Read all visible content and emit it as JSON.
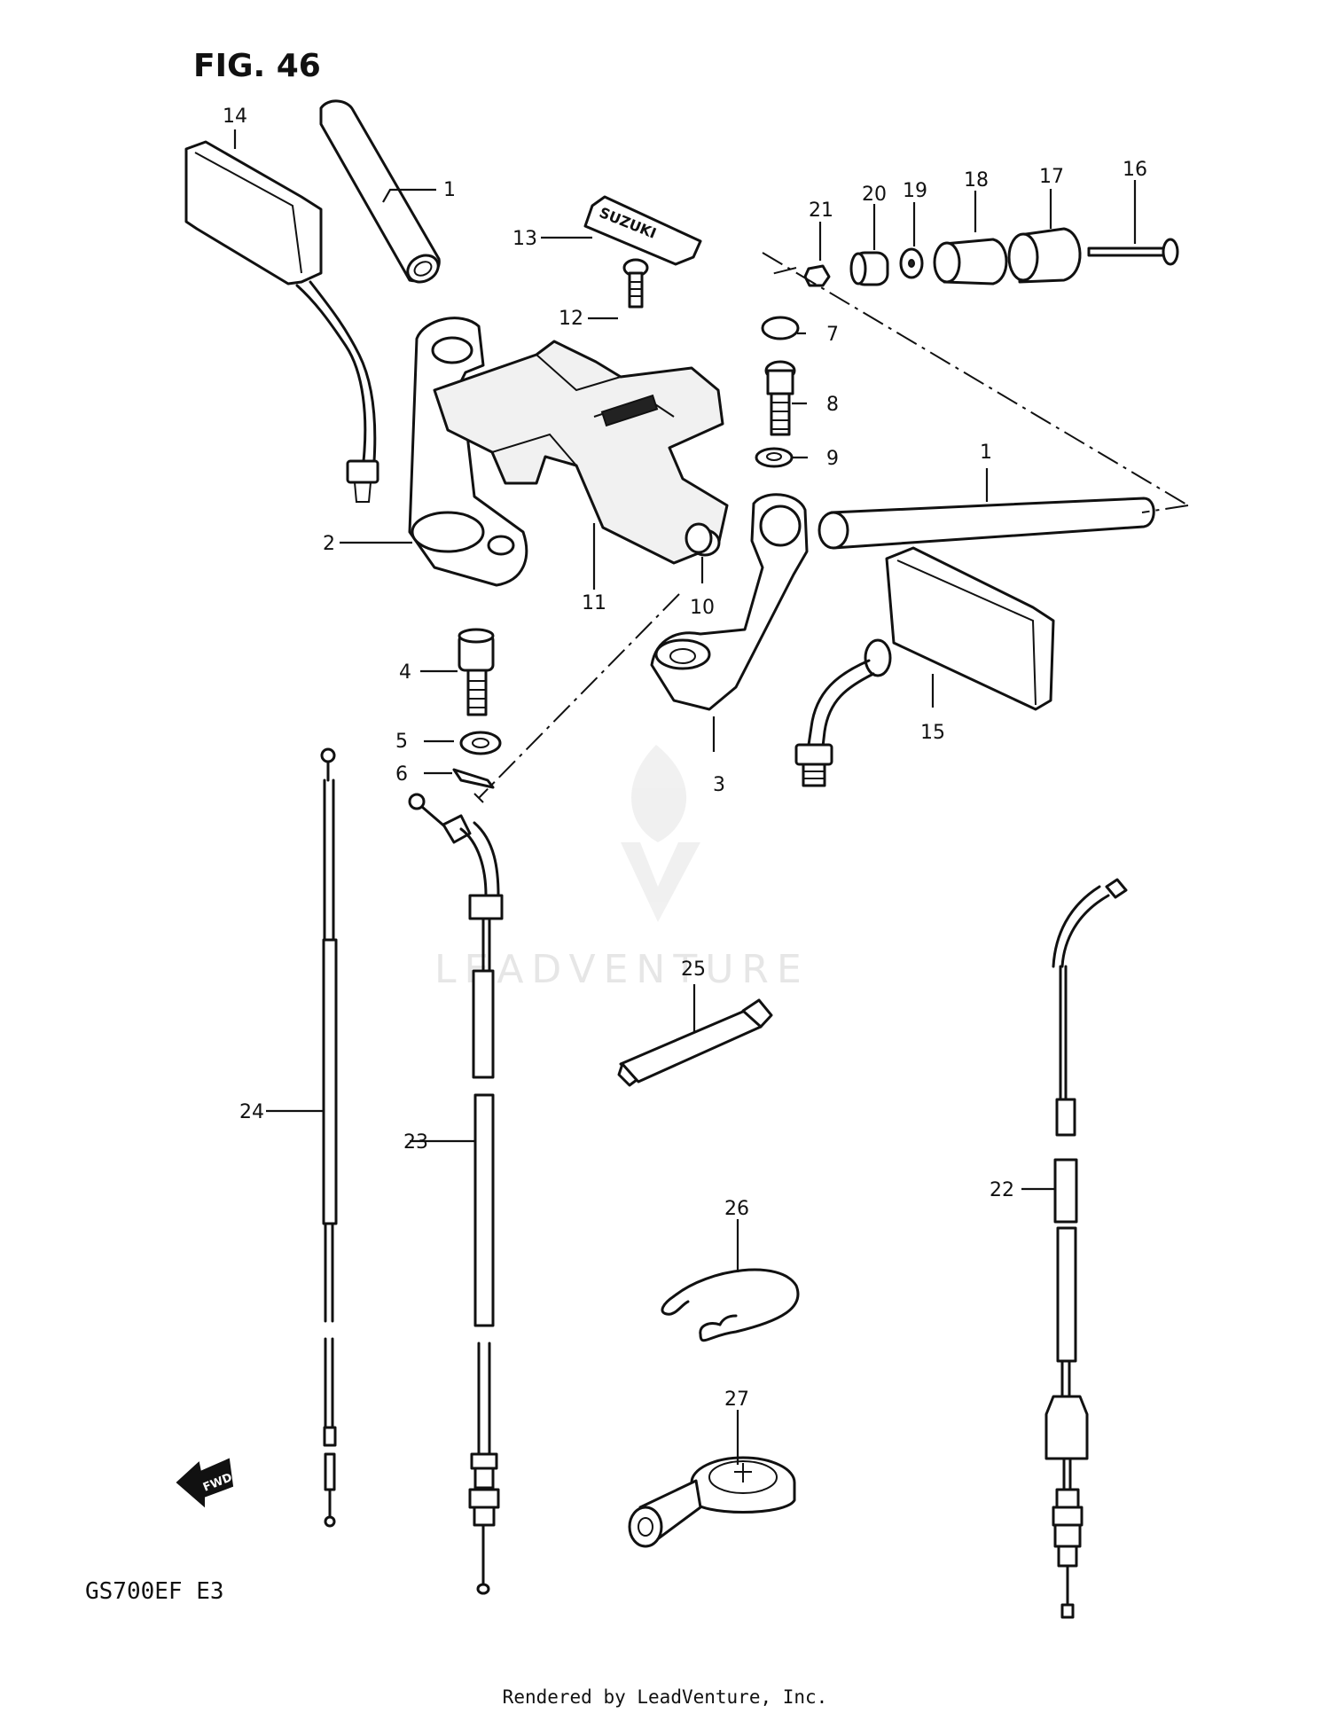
{
  "figure": {
    "title": "FIG. 46",
    "model_code": "GS700EF  E3",
    "footer": "Rendered by LeadVenture, Inc.",
    "watermark": "LEADVENTURE",
    "fwd_label": "FWD"
  },
  "callouts": [
    "1",
    "1",
    "2",
    "3",
    "4",
    "5",
    "6",
    "7",
    "8",
    "9",
    "10",
    "11",
    "12",
    "13",
    "14",
    "15",
    "16",
    "17",
    "18",
    "19",
    "20",
    "21",
    "22",
    "23",
    "24",
    "25",
    "26",
    "27"
  ],
  "brand_mark": "SUZUKI"
}
